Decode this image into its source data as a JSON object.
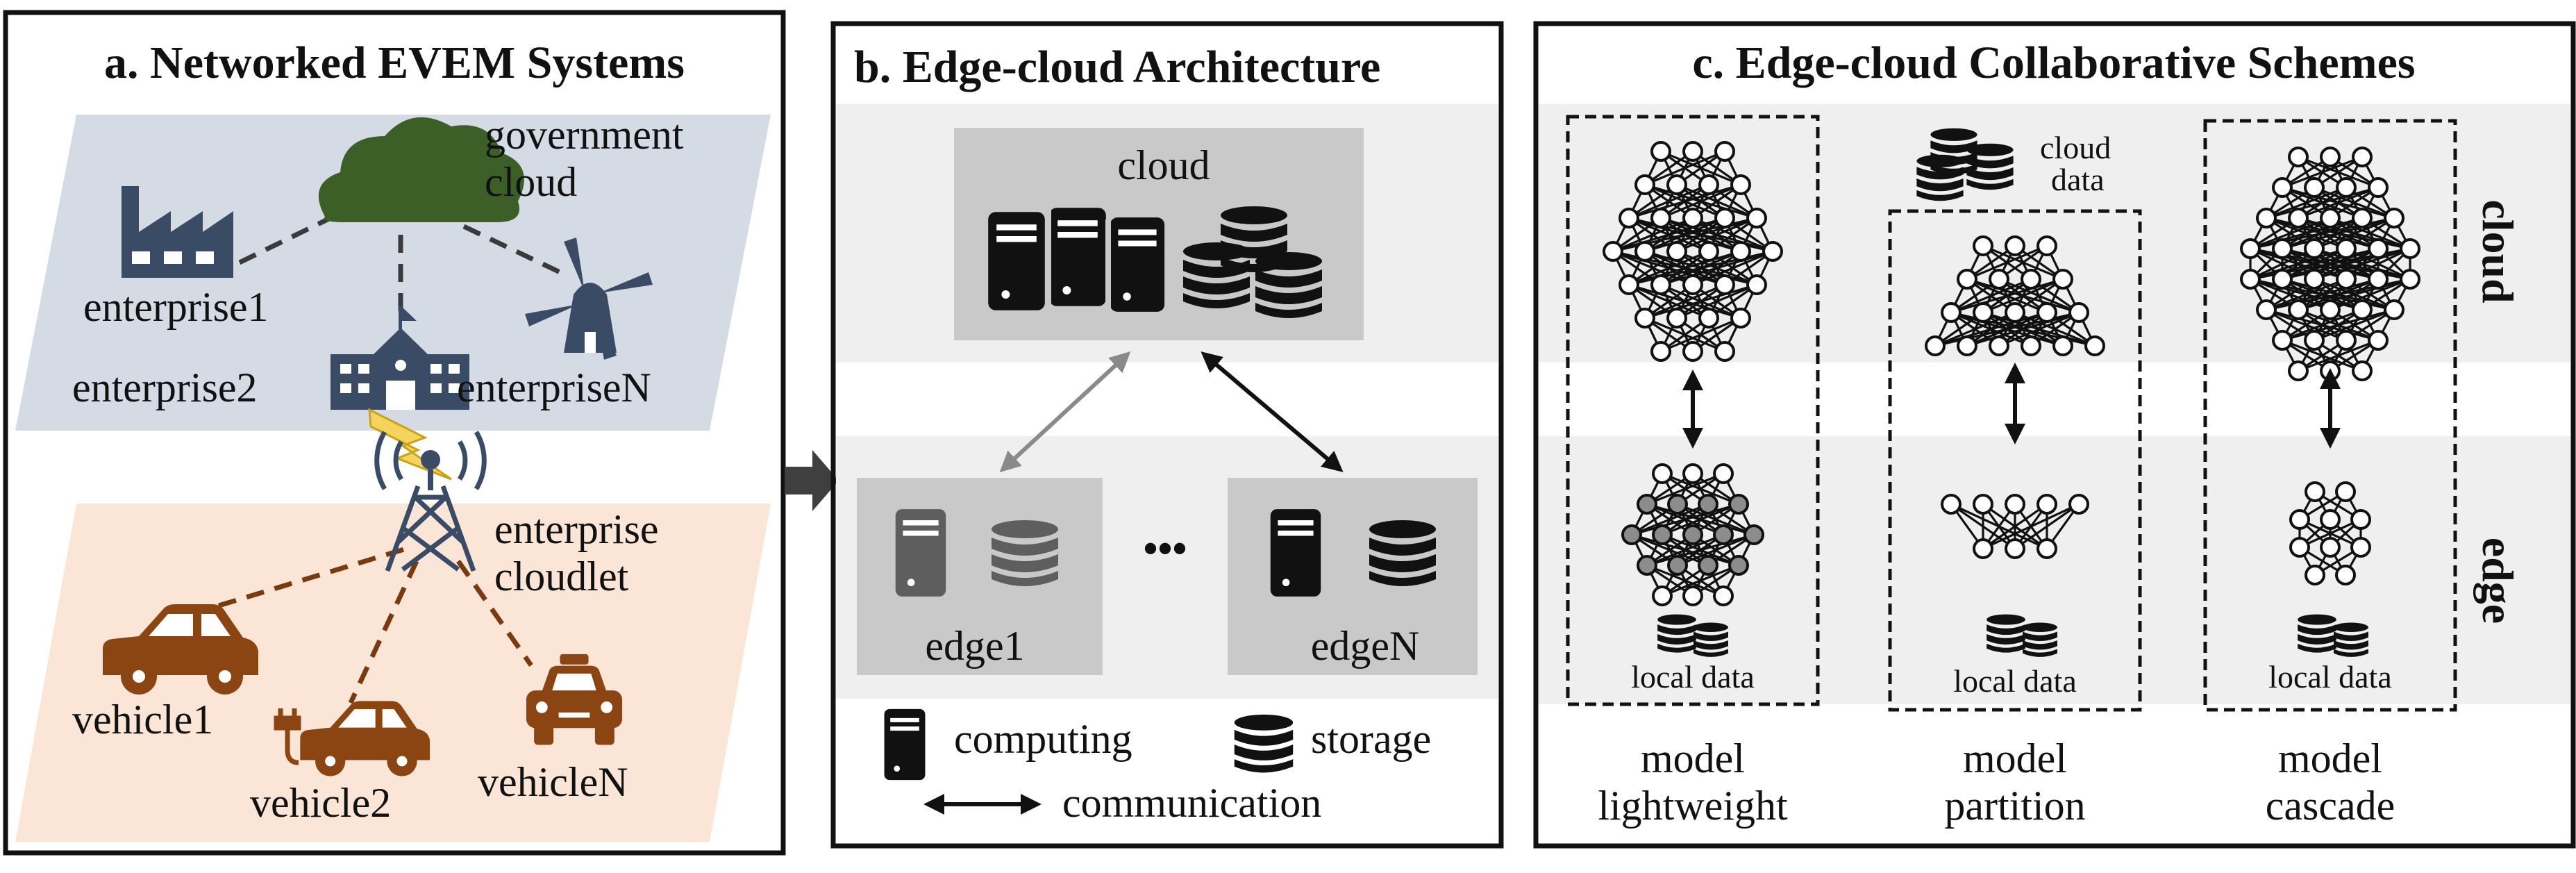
{
  "panel_a": {
    "title": "a. Networked EVEM Systems",
    "government_cloud_line1": "government",
    "government_cloud_line2": "cloud",
    "enterprise1": "enterprise1",
    "enterprise2": "enterprise2",
    "enterpriseN": "enterpriseN",
    "cloudlet_line1": "enterprise",
    "cloudlet_line2": "cloudlet",
    "vehicle1": "vehicle1",
    "vehicle2": "vehicle2",
    "vehicleN": "vehicleN"
  },
  "panel_b": {
    "title": "b.  Edge-cloud Architecture",
    "cloud": "cloud",
    "edge1": "edge1",
    "edgeN": "edgeN",
    "ellipsis": "•••",
    "legend_computing": "computing",
    "legend_storage": "storage",
    "legend_communication": "communication"
  },
  "panel_c": {
    "title": "c. Edge-cloud Collaborative Schemes",
    "cloud_row": "cloud",
    "edge_row": "edge",
    "cloud_data_line1": "cloud",
    "cloud_data_line2": "data",
    "local_data_1": "local data",
    "local_data_2": "local data",
    "local_data_3": "local data",
    "scheme1_line1": "model",
    "scheme1_line2": "lightweight",
    "scheme2_line1": "model",
    "scheme2_line2": "partition",
    "scheme3_line1": "model",
    "scheme3_line2": "cascade"
  },
  "colors": {
    "govt_band": "#d5dbe5",
    "vehicle_band": "#fbe5d6",
    "cloud_green": "#3b5f27",
    "factory_navy": "#3a4b66",
    "vehicle_brown": "#8b4513",
    "lightning": "#e8c12b",
    "row_band": "#efefef",
    "server_box": "#c9c9c9"
  }
}
